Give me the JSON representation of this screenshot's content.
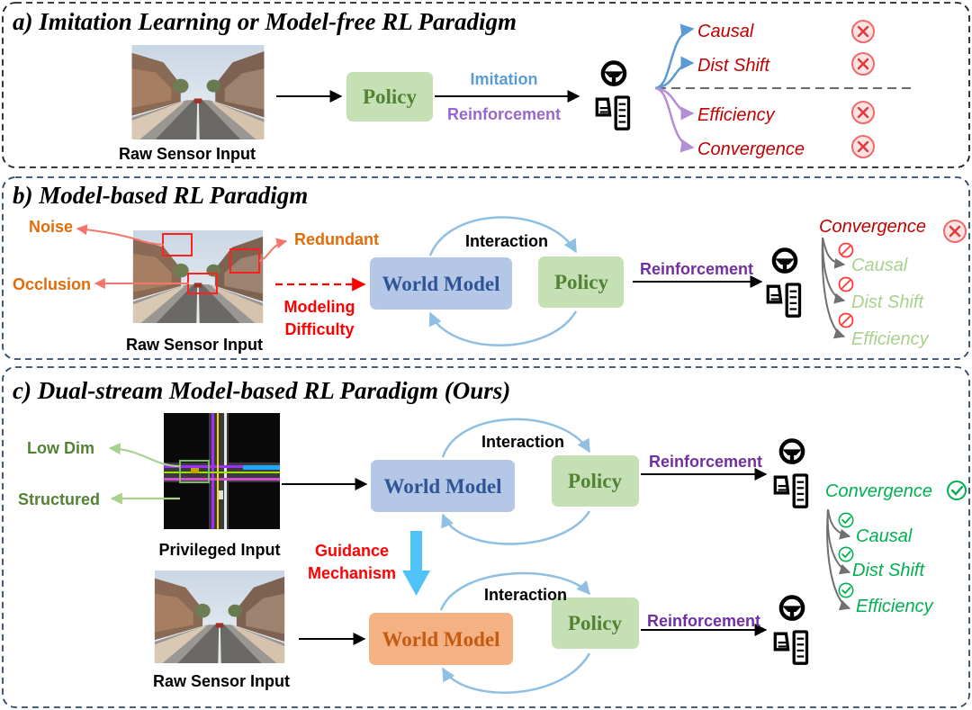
{
  "panel_a": {
    "title": "a) Imitation Learning or Model-free RL Paradigm",
    "input_caption": "Raw Sensor Input",
    "policy": "Policy",
    "imitation": "Imitation",
    "reinforcement": "Reinforcement",
    "issues": [
      "Causal",
      "Dist Shift",
      "Efficiency",
      "Convergence"
    ]
  },
  "panel_b": {
    "title": "b) Model-based RL Paradigm",
    "noise": "Noise",
    "redundant": "Redundant",
    "occlusion": "Occlusion",
    "input_caption": "Raw Sensor Input",
    "modeling": "Modeling",
    "difficulty": "Difficulty",
    "interaction": "Interaction",
    "world_model": "World Model",
    "policy": "Policy",
    "reinforcement": "Reinforcement",
    "convergence": "Convergence",
    "issues": [
      "Causal",
      "Dist Shift",
      "Efficiency"
    ]
  },
  "panel_c": {
    "title": "c) Dual-stream Model-based RL Paradigm (Ours)",
    "low_dim": "Low Dim",
    "structured": "Structured",
    "privileged_caption": "Privileged Input",
    "guidance_1": "Guidance",
    "guidance_2": "Mechanism",
    "raw_caption": "Raw Sensor Input",
    "interaction_top": "Interaction",
    "interaction_bottom": "Interaction",
    "world_model_top": "World Model",
    "world_model_bottom": "World Model",
    "policy_top": "Policy",
    "policy_bottom": "Policy",
    "reinforcement_top": "Reinforcement",
    "reinforcement_bottom": "Reinforcement",
    "convergence": "Convergence",
    "benefits": [
      "Causal",
      "Dist Shift",
      "Efficiency"
    ]
  },
  "colors": {
    "policy_fill": "#c5e0b4",
    "world_model_blue": "#b4c7e7",
    "world_model_orange": "#f4b183",
    "blue_text": "#2f5597",
    "orange_text": "#c55a11",
    "green_text": "#548235",
    "imitation_blue": "#5b9bd5",
    "purple": "#7030a0",
    "bad_red": "#c00000",
    "good_green": "#00b050",
    "faded_green": "#a9d18e"
  }
}
